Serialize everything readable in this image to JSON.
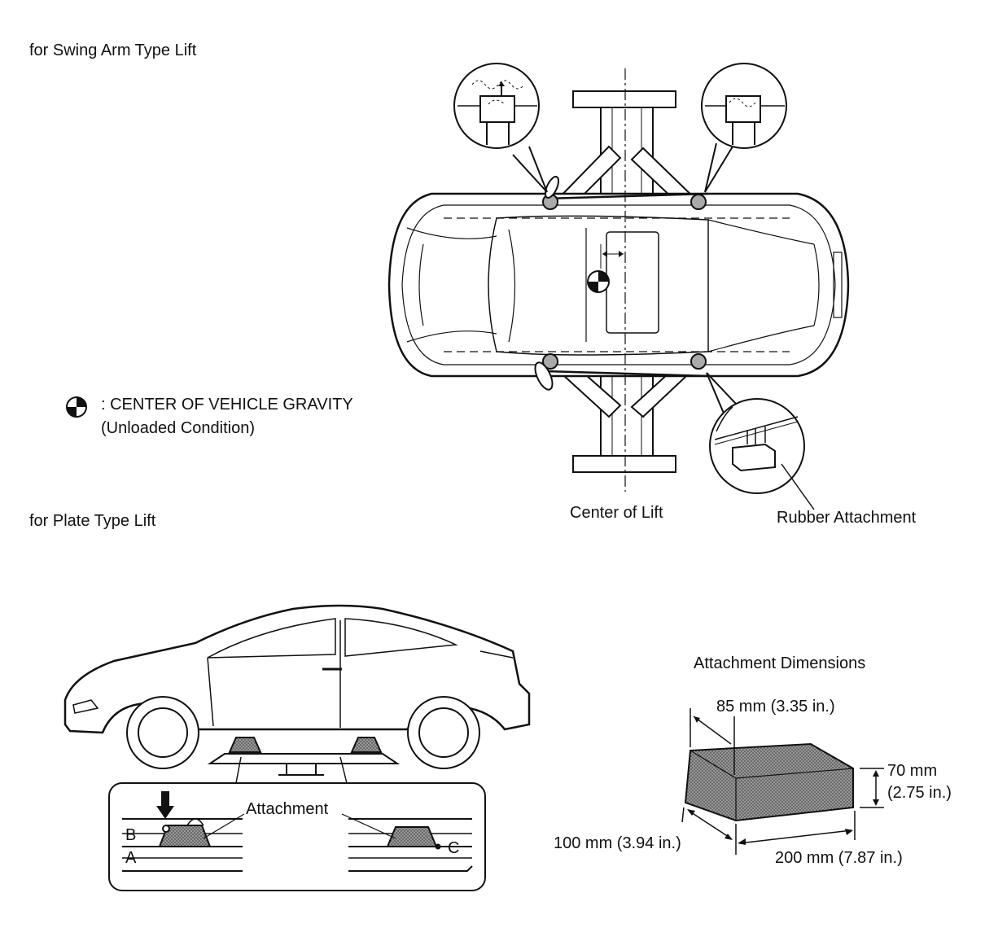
{
  "captions": {
    "swing_arm": "for Swing Arm Type Lift",
    "plate": "for Plate Type Lift"
  },
  "legend": {
    "line1": ": CENTER OF VEHICLE GRAVITY",
    "line2": "(Unloaded Condition)",
    "icon": "center-of-gravity-symbol"
  },
  "swing_arm_labels": {
    "center_of_lift": "Center of Lift",
    "rubber_attachment": "Rubber Attachment"
  },
  "plate_labels": {
    "attachment": "Attachment",
    "a": "A",
    "b": "B",
    "c": "C"
  },
  "dimensions": {
    "title": "Attachment Dimensions",
    "width": "85 mm (3.35 in.)",
    "height_1": "70 mm",
    "height_2": "(2.75 in.)",
    "depth": "100 mm (3.94 in.)",
    "length": "200 mm (7.87 in.)"
  }
}
